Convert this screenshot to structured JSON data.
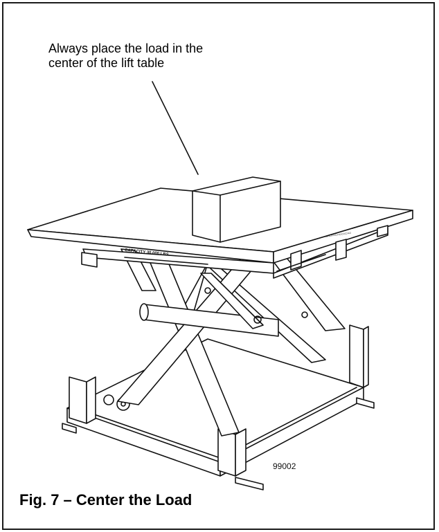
{
  "callout": {
    "line1": "Always place the load in the",
    "line2": "center of the lift table"
  },
  "figure": {
    "number": "99002",
    "platform_stamp": "CAPACITY 30,000 LBS."
  },
  "caption": "Fig. 7 – Center the Load"
}
